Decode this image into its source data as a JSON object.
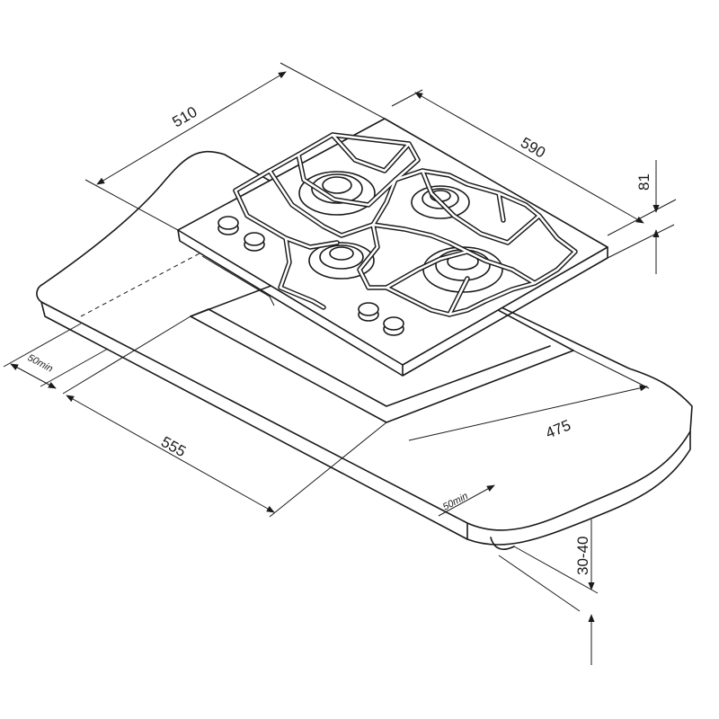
{
  "dimensions": {
    "width_top": "510",
    "depth_top": "590",
    "height_hob": "81",
    "clearance_left": "50min",
    "cutout_width": "555",
    "cutout_depth": "475",
    "clearance_front": "50min",
    "worktop_thickness": "30-40"
  },
  "colors": {
    "line": "#1a1a1a",
    "background": "#ffffff"
  },
  "icons": [
    "burner-icon",
    "control-knob-icon",
    "pan-support-icon"
  ]
}
